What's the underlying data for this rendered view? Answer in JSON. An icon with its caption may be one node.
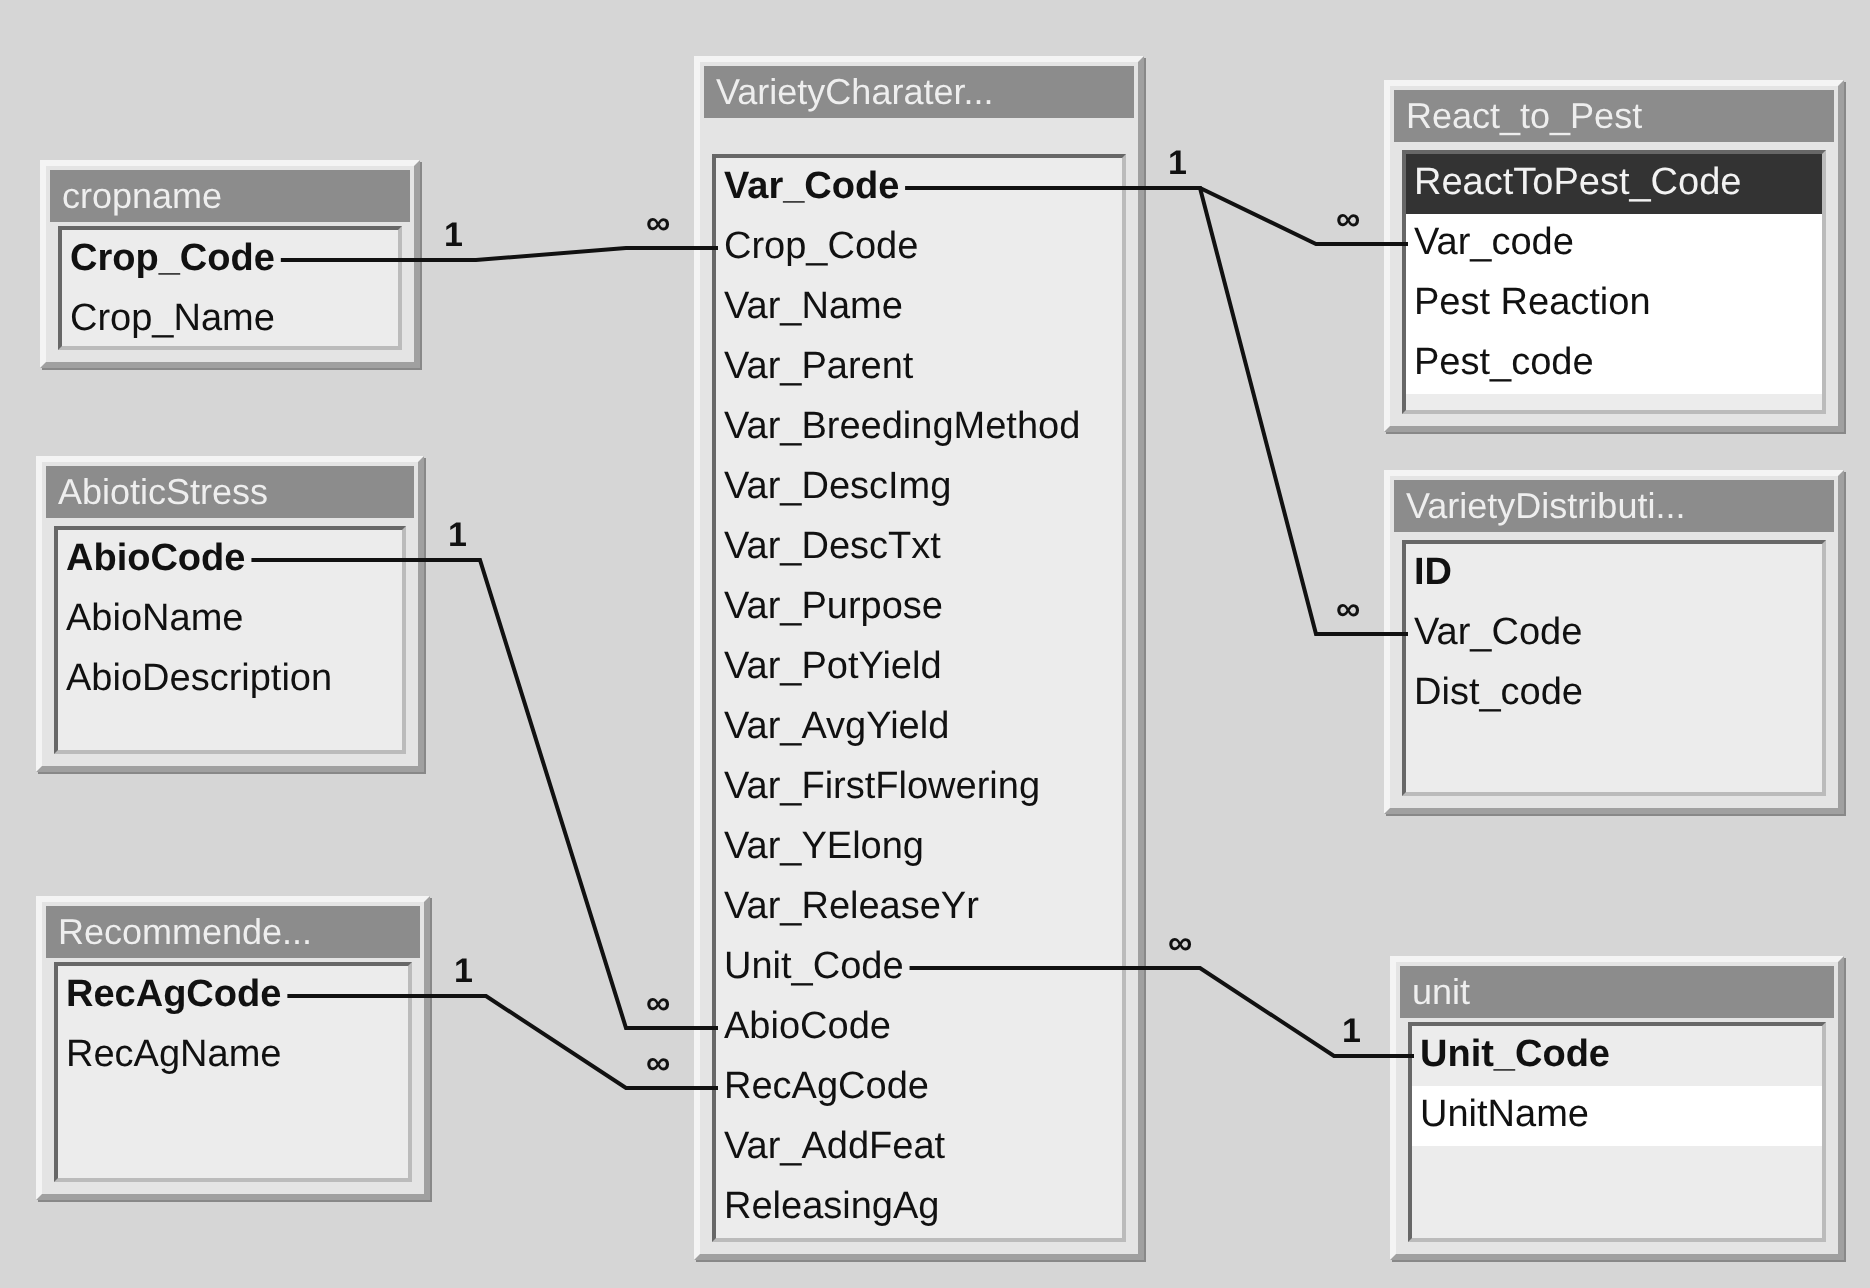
{
  "diagram": {
    "nodes": [
      {
        "text": [
          "cropname"
        ]
      },
      {
        "text": [
          "Crop_Code"
        ],
        "in": 0
      },
      {
        "text": [
          "Crop_Name"
        ],
        "in": 0
      },
      {
        "text": [
          "VarietyCharater..."
        ]
      },
      {
        "text": [
          "Var_Code"
        ],
        "in": 3
      },
      {
        "text": [
          "Crop_Code"
        ],
        "in": 3
      },
      {
        "text": [
          "Var_Name"
        ],
        "in": 3
      },
      {
        "text": [
          "Var_Parent"
        ],
        "in": 3
      },
      {
        "text": [
          "Var_BreedingMethod"
        ],
        "in": 3
      },
      {
        "text": [
          "Var_DescImg"
        ],
        "in": 3
      },
      {
        "text": [
          "Var_DescTxt"
        ],
        "in": 3
      },
      {
        "text": [
          "Var_Purpose"
        ],
        "in": 3
      },
      {
        "text": [
          "Var_PotYield"
        ],
        "in": 3
      },
      {
        "text": [
          "Var_AvgYield"
        ],
        "in": 3
      },
      {
        "text": [
          "Var_FirstFlowering"
        ],
        "in": 3
      },
      {
        "text": [
          "Var_YElong"
        ],
        "in": 3
      },
      {
        "text": [
          "Var_ReleaseYr"
        ],
        "in": 3
      },
      {
        "text": [
          "Unit_Code"
        ],
        "in": 3
      },
      {
        "text": [
          "AbioCode"
        ],
        "in": 3
      },
      {
        "text": [
          "RecAgCode"
        ],
        "in": 3
      },
      {
        "text": [
          "Var_AddFeat"
        ],
        "in": 3
      },
      {
        "text": [
          "ReleasingAg"
        ],
        "in": 3
      },
      {
        "text": [
          "React_to_Pest"
        ]
      },
      {
        "text": [
          "ReactToPest_Code"
        ],
        "in": 22
      },
      {
        "text": [
          "Var_code"
        ],
        "in": 22
      },
      {
        "text": [
          "Pest Reaction"
        ],
        "in": 22
      },
      {
        "text": [
          "Pest_code"
        ],
        "in": 22
      },
      {
        "text": [
          "AbioticStress"
        ]
      },
      {
        "text": [
          "AbioCode"
        ],
        "in": 27
      },
      {
        "text": [
          "AbioName"
        ],
        "in": 27
      },
      {
        "text": [
          "AbioDescription"
        ],
        "in": 27
      },
      {
        "text": [
          "VarietyDistributi..."
        ]
      },
      {
        "text": [
          "ID"
        ],
        "in": 31
      },
      {
        "text": [
          "Var_Code"
        ],
        "in": 31
      },
      {
        "text": [
          "Dist_code"
        ],
        "in": 31
      },
      {
        "text": [
          "Recommende..."
        ]
      },
      {
        "text": [
          "RecAgCode"
        ],
        "in": 35
      },
      {
        "text": [
          "RecAgName"
        ],
        "in": 35
      },
      {
        "text": [
          "unit"
        ]
      },
      {
        "text": [
          "Unit_Code"
        ],
        "in": 38
      },
      {
        "text": [
          "UnitName"
        ],
        "in": 38
      }
    ],
    "edges": [
      {
        "from": 1,
        "to": 5,
        "arrow": "none"
      },
      {
        "from": 4,
        "to": 24,
        "arrow": "none"
      },
      {
        "from": 4,
        "to": 33,
        "arrow": "none"
      },
      {
        "from": 28,
        "to": 18,
        "arrow": "none"
      },
      {
        "from": 36,
        "to": 19,
        "arrow": "none"
      },
      {
        "from": 39,
        "to": 17,
        "arrow": "none"
      }
    ],
    "labels": [
      "1",
      "1",
      "∞",
      "∞",
      "1",
      "∞",
      "∞",
      "1",
      "∞",
      "∞",
      "1"
    ]
  }
}
